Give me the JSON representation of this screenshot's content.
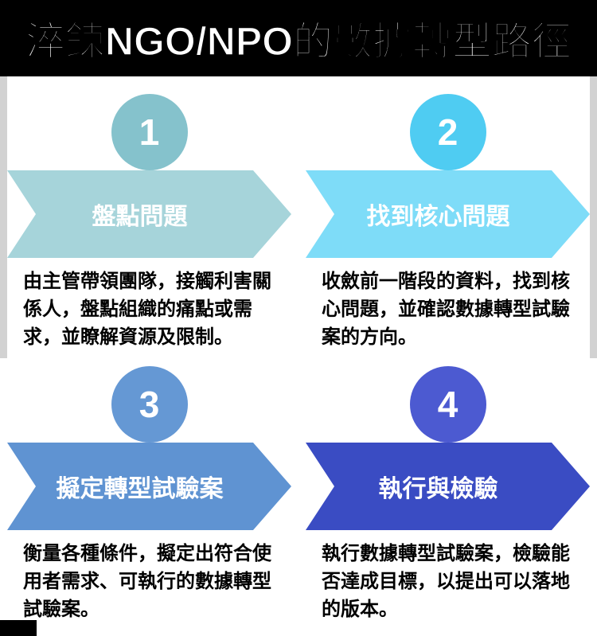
{
  "title": "淬鍊NGO/NPO的數據轉型路徑",
  "colors": {
    "header_background": "#000000",
    "title_text": "#ffffff",
    "side_strip_gray": "#d2d2d2",
    "description_text": "#000000"
  },
  "steps": [
    {
      "number": "1",
      "label": "盤點問題",
      "description": "由主管帶領團隊，接觸利害關係人，盤點組織的痛點或需求，並瞭解資源及限制。",
      "circle_color": "#85c2cc",
      "arrow_color": "#a6d4da"
    },
    {
      "number": "2",
      "label": "找到核心問題",
      "description": "收斂前一階段的資料，找到核心問題，並確認數據轉型試驗案的方向。",
      "circle_color": "#4fccf2",
      "arrow_color": "#7edcf8"
    },
    {
      "number": "3",
      "label": "擬定轉型試驗案",
      "description": "衡量各種條件，擬定出符合使用者需求、可執行的數據轉型試驗案。",
      "circle_color": "#6598d4",
      "arrow_color": "#5f93d2"
    },
    {
      "number": "4",
      "label": "執行與檢驗",
      "description": "執行數據轉型試驗案，檢驗能否達成目標，以提出可以落地的版本。",
      "circle_color": "#4c5ad1",
      "arrow_color": "#3a4cc3"
    }
  ]
}
